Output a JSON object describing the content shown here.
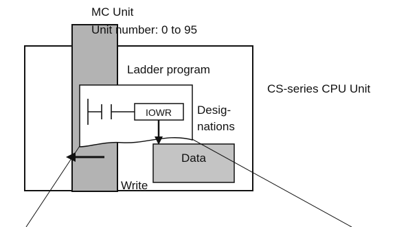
{
  "labels": {
    "mc_unit": "MC Unit",
    "unit_number": "Unit number: 0 to 95",
    "ladder_program": "Ladder program",
    "cpu_unit": "CS-series CPU Unit",
    "iowr": "IOWR",
    "designations_line1": "Desig-",
    "designations_line2": "nations",
    "data": "Data",
    "write": "Write"
  },
  "colors": {
    "mc_unit_fill": "#b3b3b3",
    "data_box_fill": "#c4c4c4",
    "line": "#111111",
    "background": "#ffffff"
  }
}
